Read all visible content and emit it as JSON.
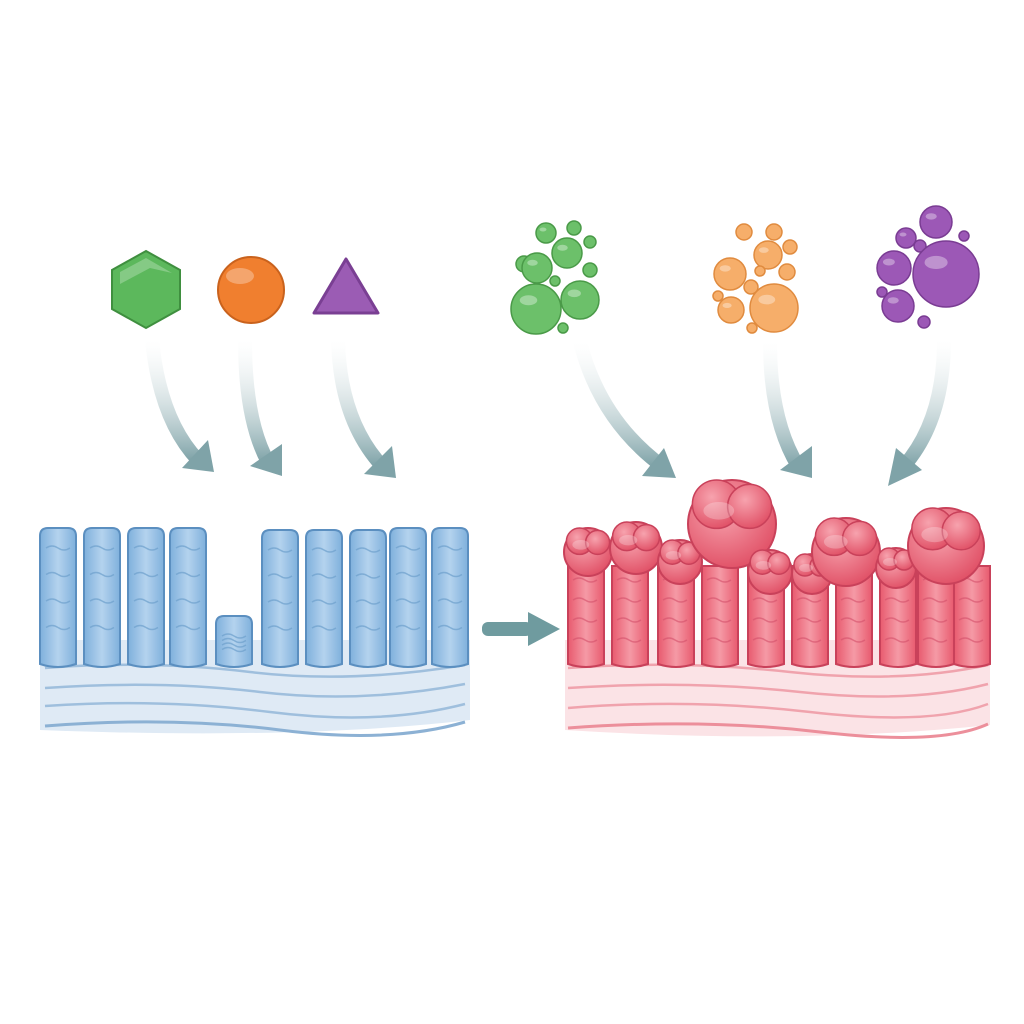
{
  "diagram": {
    "left_inputs": [
      {
        "shape": "hexagon",
        "color": "#5cb85c",
        "stroke": "#3f8f3f"
      },
      {
        "shape": "circle",
        "color": "#f07f2f",
        "stroke": "#c9621d"
      },
      {
        "shape": "triangle",
        "color": "#9b5cb4",
        "stroke": "#7a3f93"
      }
    ],
    "right_inputs": [
      {
        "shape": "bubble-cluster",
        "color": "#6cc06a",
        "stroke": "#4a9a48"
      },
      {
        "shape": "bubble-cluster",
        "color": "#f6ae6a",
        "stroke": "#e08b3f"
      },
      {
        "shape": "bubble-cluster",
        "color": "#9c58b6",
        "stroke": "#7a3c93"
      }
    ],
    "left_tissue": {
      "state": "healthy",
      "fill": "#9cc3e4",
      "stroke": "#5b8fc0",
      "base": "#dfeaf5",
      "villi_count": 10,
      "short_villus_index": 4
    },
    "right_tissue": {
      "state": "inflamed",
      "fill": "#ef6f7f",
      "stroke": "#c9415a",
      "base": "#fbe3e6",
      "villi_count": 10
    },
    "arrow_color": "#7fa3a8",
    "transition_arrow_color": "#6f9b9f"
  }
}
